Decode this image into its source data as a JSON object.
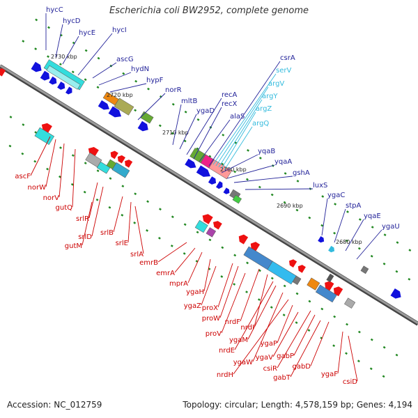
{
  "title": "Escherichia coli BW2952, complete genome",
  "footer": {
    "accession": "Accession: NC_012759",
    "summary": "Topology: circular; Length: 4,578,159 bp; Genes: 4,194"
  },
  "colors": {
    "backbone": "#777777",
    "top_label": "#222299",
    "bottom_label": "#cc0000",
    "cyan_label": "#33bbdd",
    "forward_gene": "#1111dd",
    "reverse_gene": "#ee1111",
    "tick": "#228822"
  },
  "kbp_markers": [
    "2730 kbp",
    "2720 kbp",
    "2710 kbp",
    "2700 kbp",
    "2690 kbp",
    "2680 kbp"
  ],
  "top_labels": [
    "hycC",
    "hycD",
    "hycE",
    "hycI",
    "ascG",
    "hydN",
    "hypF",
    "norR",
    "mltB",
    "ygaD",
    "recA",
    "recX",
    "alaS",
    "yqaB",
    "yqaA",
    "gshA",
    "luxS",
    "ygaC",
    "stpA",
    "yqaE",
    "ygaU"
  ],
  "cyan_labels": [
    "serV",
    "argV",
    "argY",
    "argZ",
    "argQ"
  ],
  "extra_top_label": "csrA",
  "bottom_labels": [
    "ascF",
    "norW",
    "norV",
    "gutQ",
    "srlR",
    "srlD",
    "gutM",
    "srlB",
    "srlE",
    "srlA",
    "emrB",
    "emrA",
    "mprA",
    "ygaH",
    "ygaZ",
    "proX",
    "proW",
    "proV",
    "nrdF",
    "nrdI",
    "nrdE",
    "ygaM",
    "ygaW",
    "nrdH",
    "ygaP",
    "ygaV",
    "csiR",
    "gabP",
    "gabT",
    "gabD",
    "ygaF",
    "csiD"
  ]
}
